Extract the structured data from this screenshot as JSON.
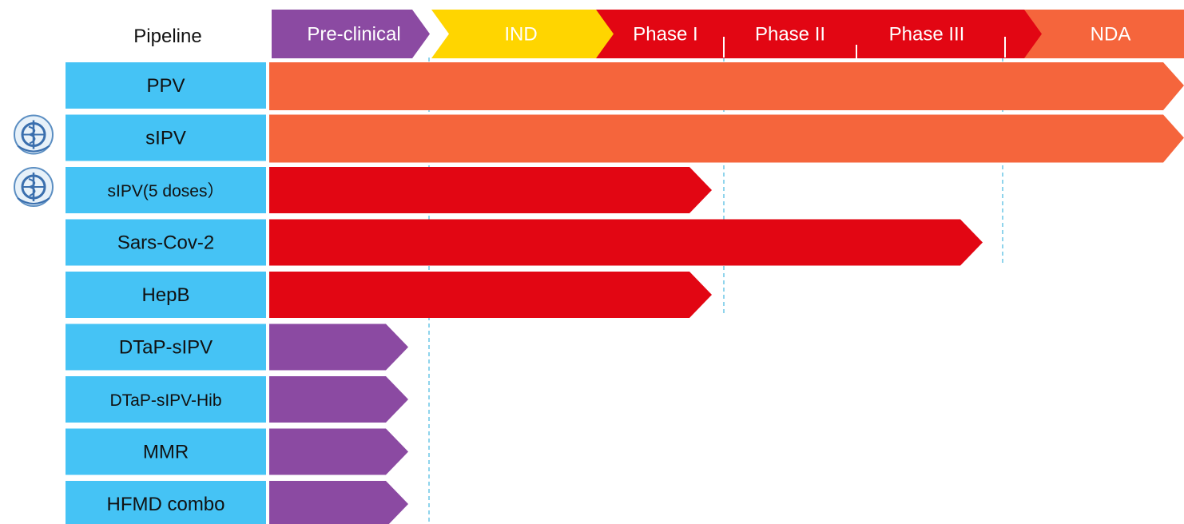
{
  "header_label": "Pipeline",
  "colors": {
    "row_label_bg": "#45c3f5",
    "preclinical": "#8b4aa2",
    "ind": "#ffd500",
    "clinical": "#e20613",
    "nda": "#f5653c",
    "divider": "#8fd4ec"
  },
  "stages": [
    {
      "key": "preclinical",
      "label": "Pre-clinical"
    },
    {
      "key": "ind",
      "label": "IND"
    },
    {
      "key": "phase1",
      "label": "Phase I"
    },
    {
      "key": "phase2",
      "label": "Phase II"
    },
    {
      "key": "phase3",
      "label": "Phase III"
    },
    {
      "key": "nda",
      "label": "NDA"
    }
  ],
  "products": [
    {
      "name": "PPV",
      "stage": "nda",
      "who_prequalified": false
    },
    {
      "name": "sIPV",
      "stage": "nda",
      "who_prequalified": true
    },
    {
      "name": "sIPV(5 doses）",
      "stage": "phase1",
      "who_prequalified": true
    },
    {
      "name": "Sars-Cov-2",
      "stage": "phase3",
      "who_prequalified": false
    },
    {
      "name": "HepB",
      "stage": "phase1",
      "who_prequalified": false
    },
    {
      "name": "DTaP-sIPV",
      "stage": "preclinical",
      "who_prequalified": false
    },
    {
      "name": "DTaP-sIPV-Hib",
      "stage": "preclinical",
      "who_prequalified": false
    },
    {
      "name": "MMR",
      "stage": "preclinical",
      "who_prequalified": false
    },
    {
      "name": "HFMD combo",
      "stage": "preclinical",
      "who_prequalified": false
    }
  ],
  "icons": {
    "who": "who-emblem-icon"
  }
}
